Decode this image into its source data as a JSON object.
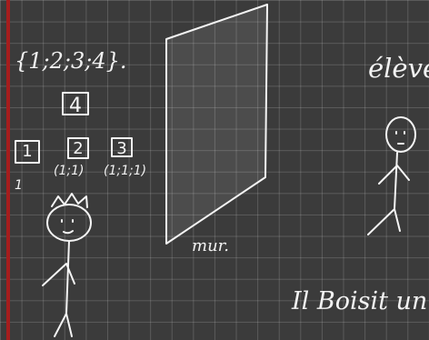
{
  "board": {
    "background": "#3b3b3b",
    "grid_line_color": "rgba(255,255,255,0.16)",
    "margin_line_color": "#a51d1d"
  },
  "set": {
    "text": "{1;2;3;4}."
  },
  "boxes": {
    "top": "4",
    "row": [
      "1",
      "2",
      "3"
    ]
  },
  "lists": {
    "one": "1",
    "pair": "(1;1)",
    "triplet": "(1;1;1)"
  },
  "labels": {
    "wall": "mur.",
    "student": "élève",
    "bottom_partial": "Il Boisit un"
  },
  "icons": {
    "king": "crowned-stick-figure-icon",
    "student": "stick-figure-icon",
    "wall": "wall-parallelogram-icon"
  }
}
